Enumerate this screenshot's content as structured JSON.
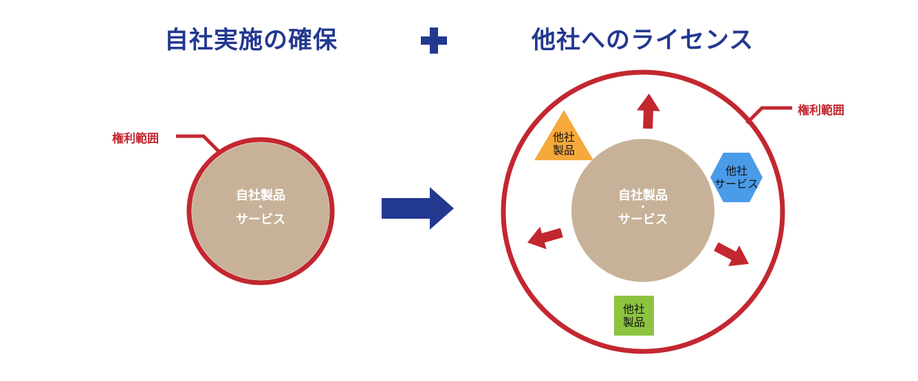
{
  "titles": {
    "left": "自社実施の確保",
    "plus": "+",
    "right": "他社へのライセンス"
  },
  "left_diagram": {
    "scope_label": "権利範囲",
    "core": {
      "line1": "自社製品",
      "sep": "・",
      "line2": "サービス"
    }
  },
  "right_diagram": {
    "scope_label": "権利範囲",
    "core": {
      "line1": "自社製品",
      "sep": "・",
      "line2": "サービス"
    },
    "others": [
      {
        "shape": "triangle",
        "line1": "他社",
        "line2": "製品",
        "color": "#f5a93b"
      },
      {
        "shape": "hexagon",
        "line1": "他社",
        "line2": "サービス",
        "color": "#4a9be8"
      },
      {
        "shape": "square",
        "line1": "他社",
        "line2": "製品",
        "color": "#8cc43f"
      }
    ]
  },
  "colors": {
    "title": "#23388f",
    "scope_ring": "#c3272f",
    "core_fill": "#c7b299",
    "transition_arrow": "#23388f",
    "expansion_arrows": "#c3272f"
  }
}
